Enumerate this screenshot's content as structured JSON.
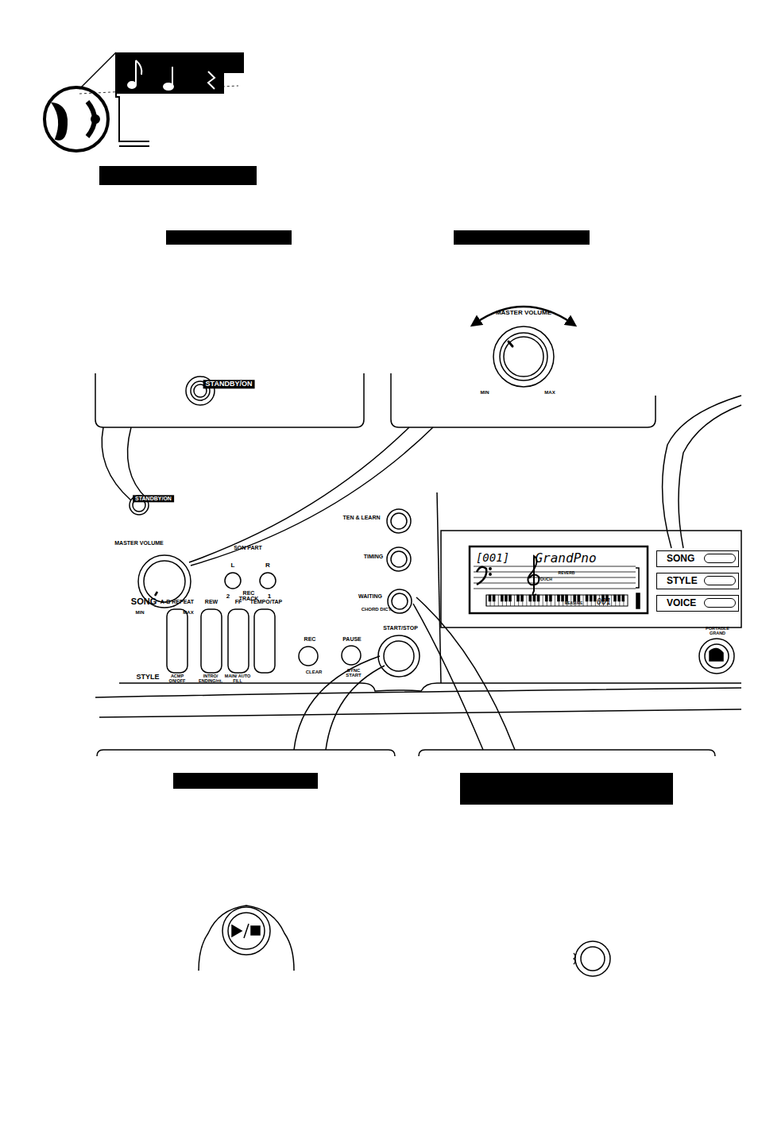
{
  "diagram": {
    "nodes": [
      {
        "text": [
          "SONG"
        ]
      },
      {
        "text": [
          "STYLE"
        ]
      },
      {
        "text": [
          "VOICE"
        ]
      }
    ],
    "labels": [
      "STANDBY/ON",
      "MASTER VOLUME",
      "MIN",
      "MAX",
      "STANDBY/ON",
      "TEN & LEARN",
      "TIMING",
      "WAITING",
      "CHORD DICT.",
      "MASTER VOLUME",
      "MIN",
      "MAX",
      "SON PART",
      "L",
      "R",
      "2",
      "1",
      "REC TRACK",
      "SONG",
      "A-B REPEAT",
      "REW",
      "FF",
      "TEMPO/TAP",
      "STYLE",
      "ACMP ON/OFF",
      "INTRO/ ENDING/rit.",
      "MAIN/ AUTO FILL",
      "REC",
      "CLEAR",
      "PAUSE",
      "SYNC START",
      "START/STOP",
      "[001]",
      "GrandPno",
      "REVERB",
      "TOUCH",
      "MEASURE",
      "001",
      "PORTABLE GRAND"
    ]
  }
}
